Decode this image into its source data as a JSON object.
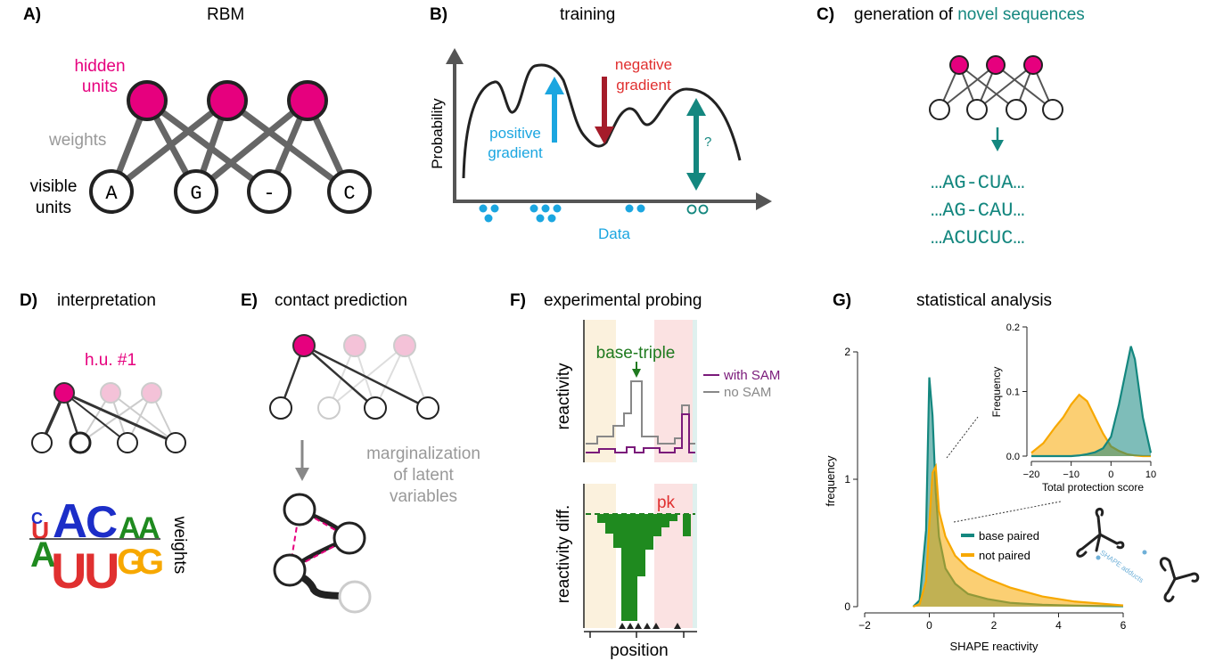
{
  "colors": {
    "magenta": "#e6007e",
    "teal": "#14877f",
    "cyan": "#1ba6e0",
    "darkred": "#a51c2a",
    "red": "#e03030",
    "green": "#1f7a1f",
    "purple": "#7a1a7a",
    "orange": "#f7a800",
    "grey": "#8a8a8a"
  },
  "panelA": {
    "letter": "A)",
    "title": "RBM",
    "hidden_label_1": "hidden",
    "hidden_label_2": "units",
    "weights_label": "weights",
    "visible_label_1": "visible",
    "visible_label_2": "units",
    "visible_units": [
      "A",
      "G",
      "-",
      "C"
    ]
  },
  "panelB": {
    "letter": "B)",
    "title": "training",
    "ylabel": "Probability",
    "xlabel": "Data",
    "pos_label_1": "positive",
    "pos_label_2": "gradient",
    "neg_label_1": "negative",
    "neg_label_2": "gradient",
    "question": "?"
  },
  "panelC": {
    "letter": "C)",
    "title_prefix": "generation of ",
    "title_highlight": "novel sequences",
    "sequences": [
      "…AG-CUA…",
      "…AG-CAU…",
      "…ACUCUC…"
    ]
  },
  "panelD": {
    "letter": "D)",
    "title": "interpretation",
    "hu_label": "h.u. #1",
    "weights_label": "weights"
  },
  "panelE": {
    "letter": "E)",
    "title": "contact prediction",
    "marg_1": "marginalization",
    "marg_2": "of latent",
    "marg_3": "variables"
  },
  "panelF": {
    "letter": "F)",
    "title": "experimental probing",
    "ylabel_top": "reactivity",
    "ylabel_bottom": "reactivity diff.",
    "annotation": "base-triple",
    "legend_with": "with SAM",
    "legend_no": "no SAM",
    "pk_label": "pk",
    "xlabel": "position"
  },
  "panelG": {
    "letter": "G)",
    "title": "statistical analysis",
    "xlabel": "SHAPE reactivity",
    "ylabel": "frequency",
    "legend_paired": "base paired",
    "legend_unpaired": "not paired",
    "shape_adducts": "SHAPE adducts",
    "inset_xlabel": "Total protection score",
    "inset_ylabel": "Frequency"
  },
  "chart_data": [
    {
      "type": "area",
      "x_axis": "SHAPE reactivity",
      "y_axis": "frequency",
      "xlim": [
        -2,
        6
      ],
      "ylim": [
        0,
        2
      ],
      "xticks": [
        "−2",
        "0",
        "2",
        "4",
        "6"
      ],
      "yticks": [
        "0",
        "1",
        "2"
      ],
      "x": [
        -0.5,
        -0.3,
        -0.1,
        0.0,
        0.1,
        0.2,
        0.3,
        0.5,
        0.8,
        1.2,
        1.8,
        2.5,
        3.5,
        4.5,
        6.0
      ],
      "series": [
        {
          "name": "base paired",
          "values": [
            0.0,
            0.05,
            0.6,
            1.8,
            1.5,
            0.9,
            0.55,
            0.3,
            0.18,
            0.1,
            0.06,
            0.03,
            0.015,
            0.008,
            0.003
          ]
        },
        {
          "name": "not paired",
          "values": [
            0.0,
            0.02,
            0.2,
            0.65,
            1.05,
            1.1,
            0.75,
            0.55,
            0.4,
            0.3,
            0.22,
            0.15,
            0.08,
            0.04,
            0.01
          ]
        }
      ]
    },
    {
      "type": "area",
      "x_axis": "Total protection score",
      "y_axis": "Frequency",
      "xlim": [
        -20,
        10
      ],
      "ylim": [
        0,
        0.2
      ],
      "xticks": [
        "−20",
        "−10",
        "0",
        "10"
      ],
      "yticks": [
        "0.0",
        "0.1",
        "0.2"
      ],
      "x": [
        -20,
        -17,
        -14,
        -12,
        -10,
        -8,
        -6,
        -4,
        -2,
        0,
        2,
        4,
        5,
        6,
        8,
        10
      ],
      "series": [
        {
          "name": "not paired",
          "values": [
            0.005,
            0.02,
            0.045,
            0.06,
            0.08,
            0.095,
            0.085,
            0.06,
            0.035,
            0.015,
            0.008,
            0.003,
            0.002,
            0.001,
            0.0,
            0.0
          ]
        },
        {
          "name": "base paired",
          "values": [
            0.0,
            0.0,
            0.0,
            0.0,
            0.0,
            0.001,
            0.003,
            0.006,
            0.012,
            0.03,
            0.08,
            0.14,
            0.17,
            0.15,
            0.06,
            0.005
          ]
        }
      ]
    }
  ]
}
